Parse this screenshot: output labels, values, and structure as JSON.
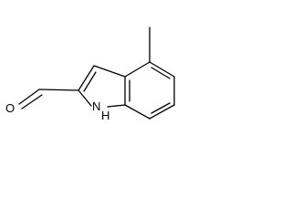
{
  "molecule": {
    "atoms": {
      "oxygen": "O",
      "nitrogen": "N",
      "hydrogen": "H"
    }
  }
}
